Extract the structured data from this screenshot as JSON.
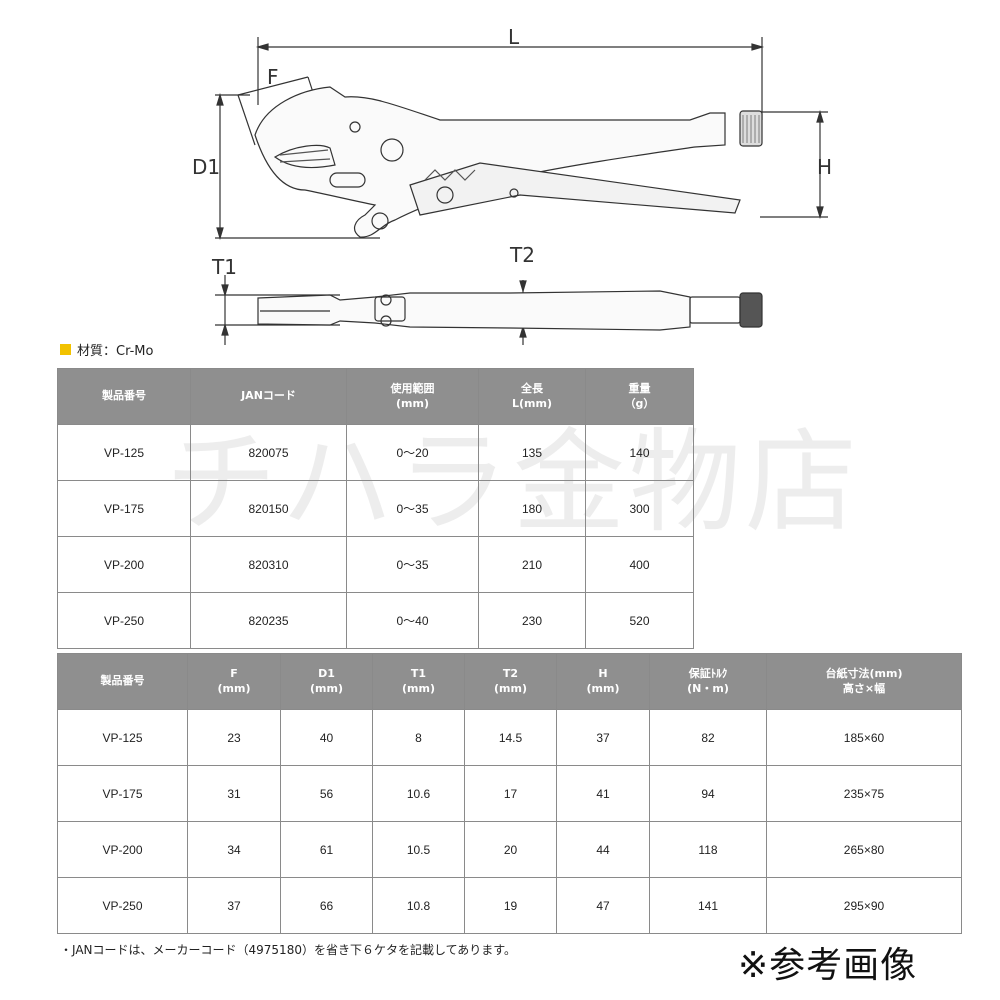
{
  "diagram": {
    "labels": {
      "L": "L",
      "F": "F",
      "D1": "D1",
      "H": "H",
      "T1": "T1",
      "T2": "T2"
    }
  },
  "material": "材質：Cr-Mo",
  "table1": {
    "headers": [
      "製品番号",
      "JANコード",
      "使用範囲\n(mm)",
      "全長\nL(mm)",
      "重量\n（g）"
    ],
    "rows": [
      [
        "VP-125",
        "820075",
        "0〜20",
        "135",
        "140"
      ],
      [
        "VP-175",
        "820150",
        "0〜35",
        "180",
        "300"
      ],
      [
        "VP-200",
        "820310",
        "0〜35",
        "210",
        "400"
      ],
      [
        "VP-250",
        "820235",
        "0〜40",
        "230",
        "520"
      ]
    ]
  },
  "table2": {
    "headers": [
      "製品番号",
      "F\n(mm)",
      "D1\n(mm)",
      "T1\n(mm)",
      "T2\n(mm)",
      "H\n(mm)",
      "保証ﾄﾙｸ\n(N・m)",
      "台紙寸法(mm)\n高さ×幅"
    ],
    "rows": [
      [
        "VP-125",
        "23",
        "40",
        "8",
        "14.5",
        "37",
        "82",
        "185×60"
      ],
      [
        "VP-175",
        "31",
        "56",
        "10.6",
        "17",
        "41",
        "94",
        "235×75"
      ],
      [
        "VP-200",
        "34",
        "61",
        "10.5",
        "20",
        "44",
        "118",
        "265×80"
      ],
      [
        "VP-250",
        "37",
        "66",
        "10.8",
        "19",
        "47",
        "141",
        "295×90"
      ]
    ]
  },
  "watermark": "チハラ金物店",
  "footnote": "・JANコードは、メーカーコード（4975180）を省き下６ケタを記載してあります。",
  "reference": "※参考画像"
}
